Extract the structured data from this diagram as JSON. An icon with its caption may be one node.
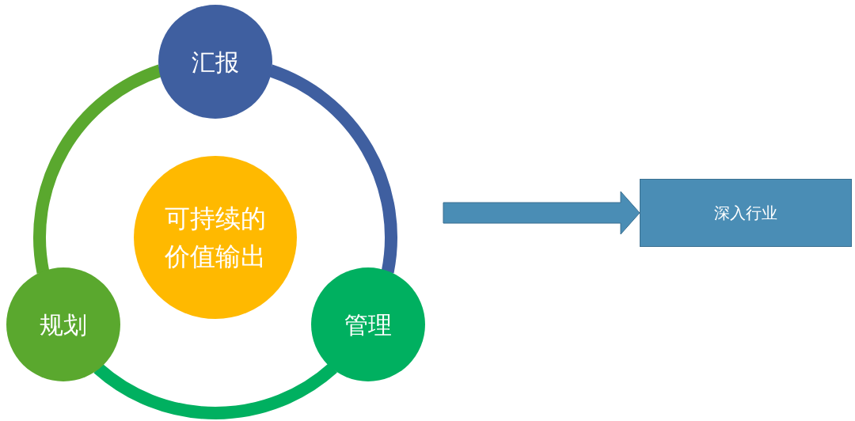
{
  "diagram": {
    "nodes": [
      {
        "text": [
          "汇报"
        ]
      },
      {
        "text": [
          "可持续的价值输出"
        ]
      },
      {
        "text": [
          "规划"
        ]
      },
      {
        "text": [
          "管理"
        ]
      },
      {
        "text": [
          "深入行业"
        ]
      }
    ],
    "edges": [
      {
        "from": 0,
        "to": 3,
        "arrow": "none",
        "color": "#3f5fa0"
      },
      {
        "from": 3,
        "to": 2,
        "arrow": "none",
        "color": "#00b060"
      },
      {
        "from": 2,
        "to": 0,
        "arrow": "none",
        "color": "#5aa82e"
      },
      {
        "from": null,
        "to": 4,
        "arrow": "to",
        "color": "#4a8db5"
      }
    ]
  }
}
